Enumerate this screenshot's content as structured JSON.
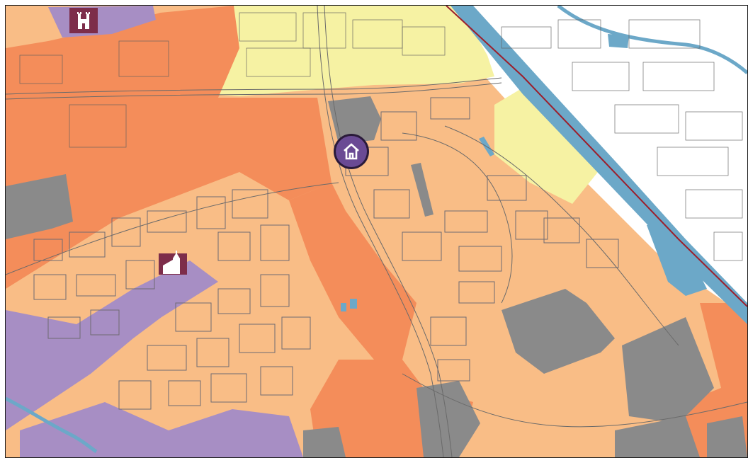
{
  "map": {
    "markers": [
      {
        "id": "house",
        "icon": "house-icon",
        "fill": "#6a4a94",
        "stroke": "#2a1a3a"
      },
      {
        "id": "castle",
        "icon": "castle-icon",
        "fill": "#7d2d4a"
      },
      {
        "id": "church",
        "icon": "church-icon",
        "fill": "#7d2d4a"
      }
    ],
    "colors": {
      "light_orange": "#f9bd86",
      "dark_orange": "#f48d5a",
      "yellow": "#f6f2a3",
      "purple": "#a78ec4",
      "gray": "#8a8a8a",
      "water": "#6ca8c8",
      "boundary": "#9c1f2c"
    }
  }
}
